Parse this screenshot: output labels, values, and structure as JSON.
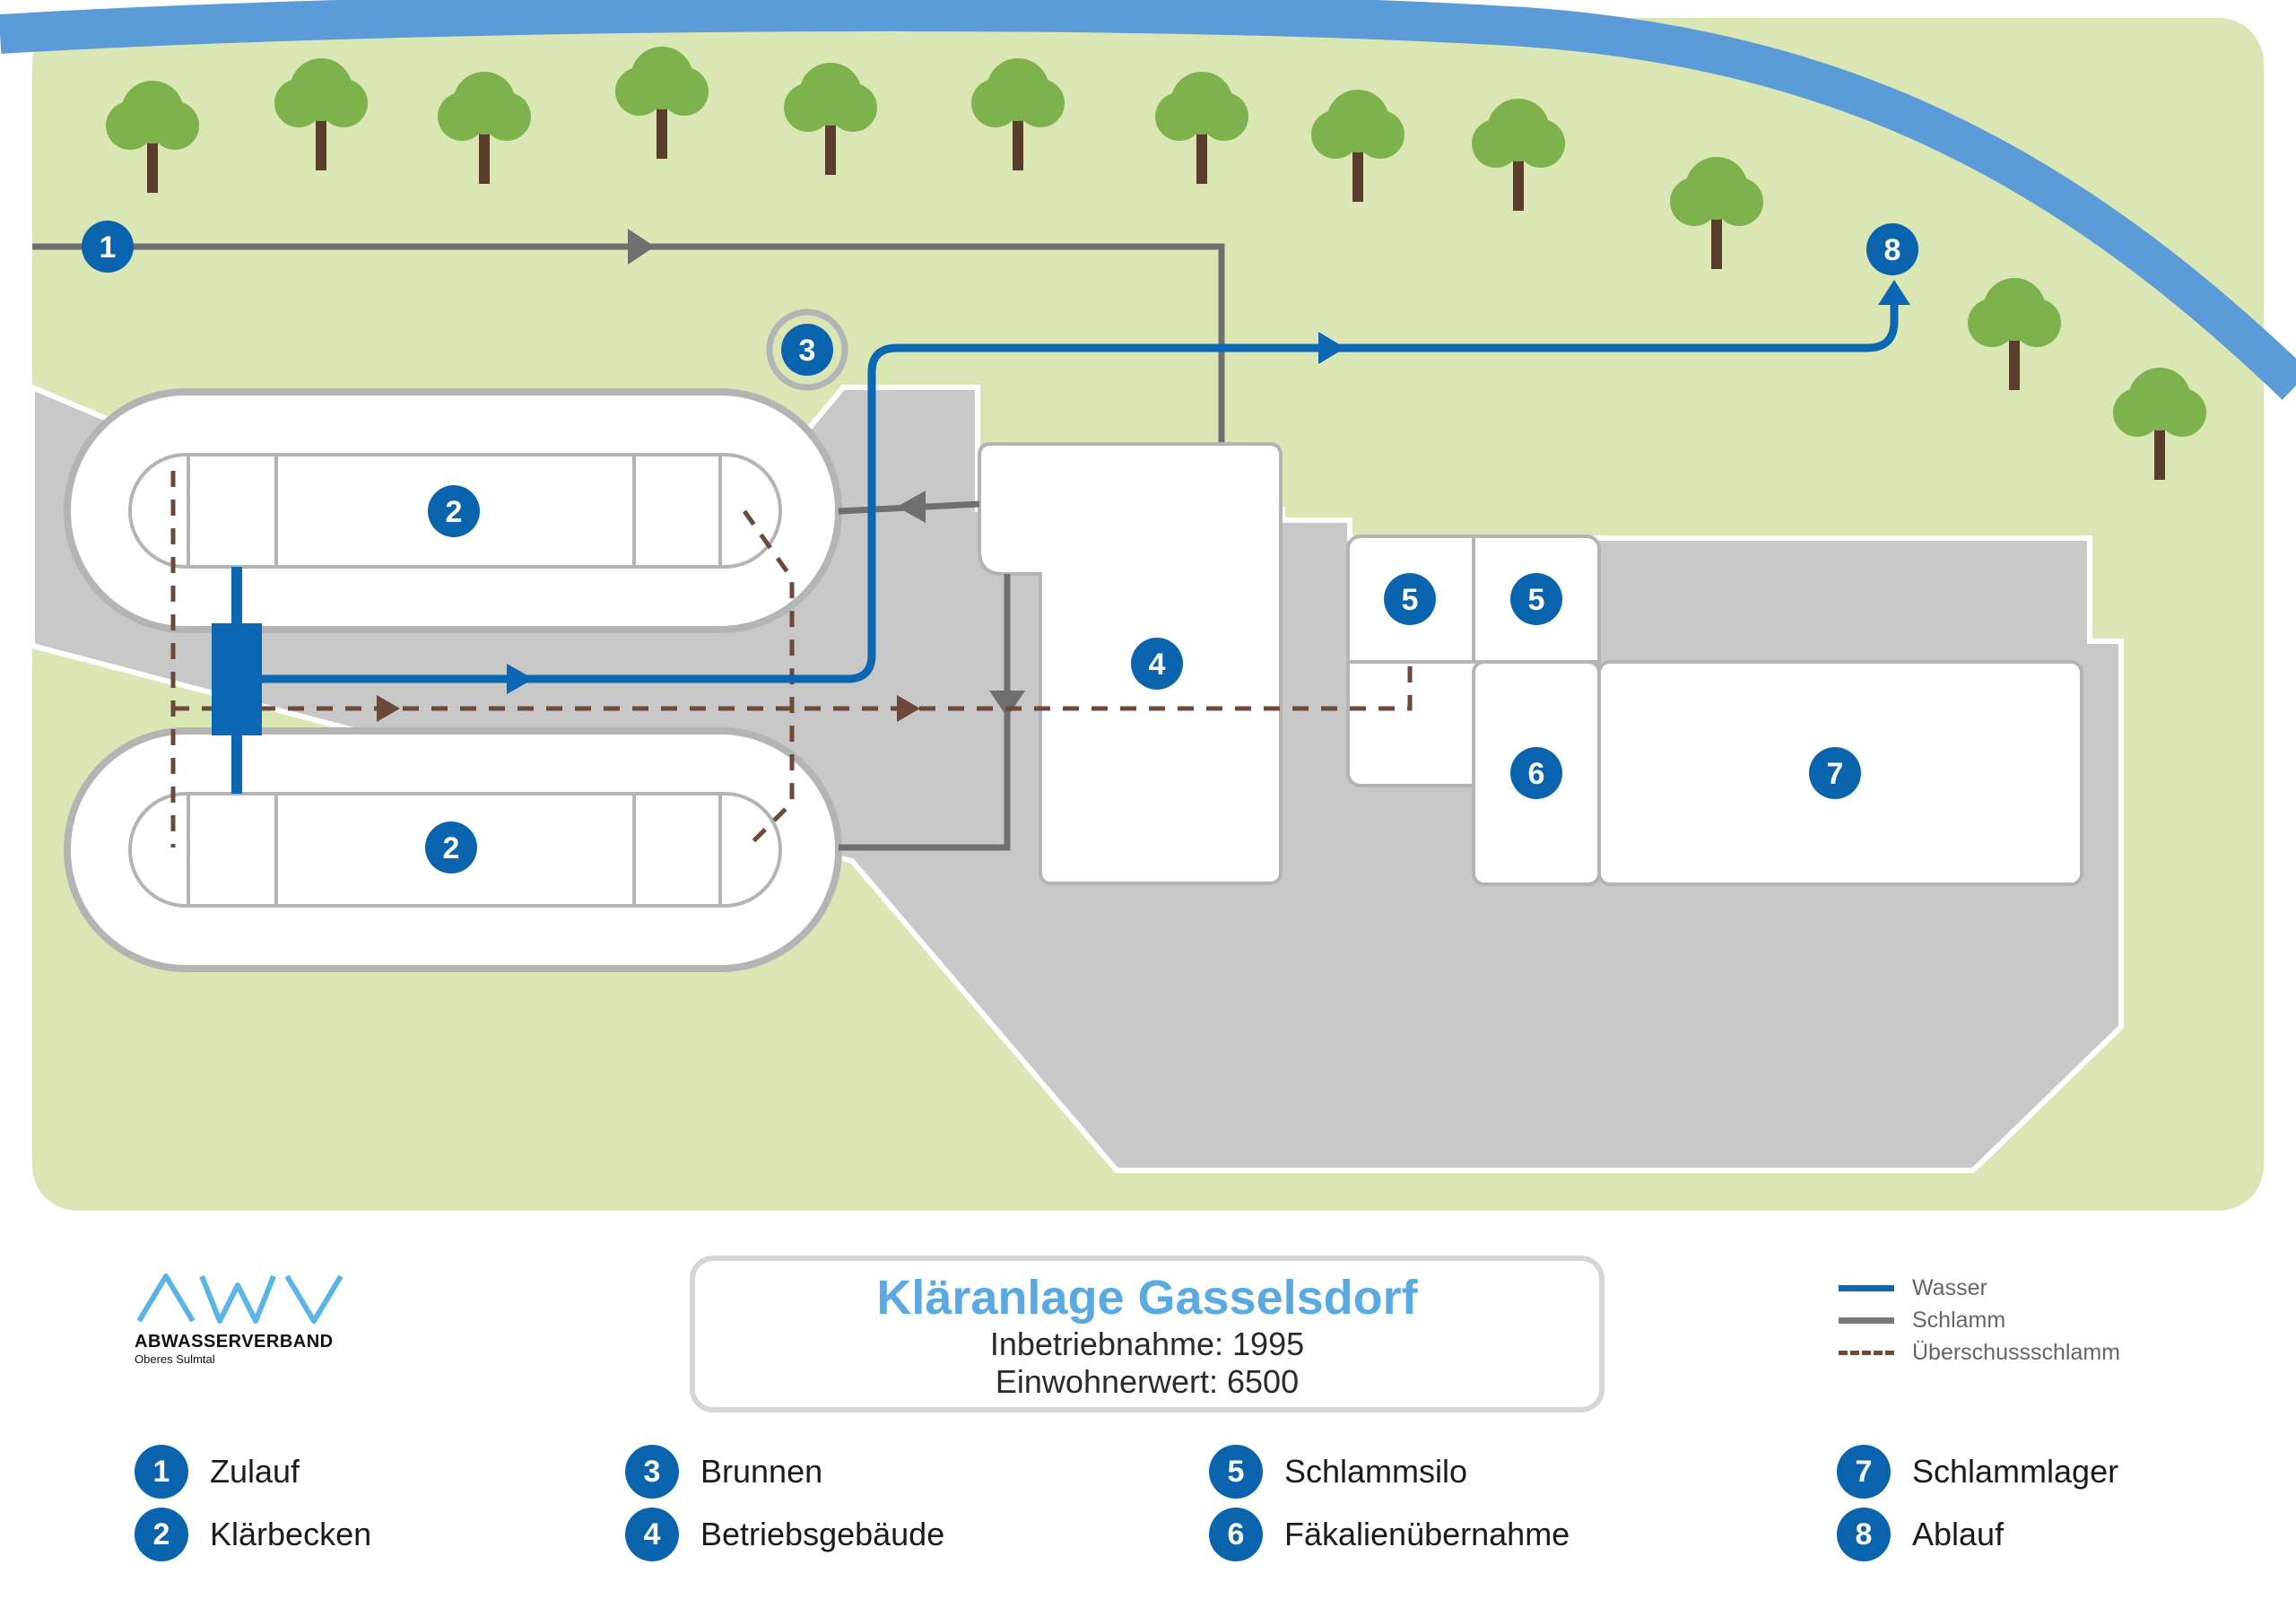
{
  "diagram": {
    "markers": {
      "zulauf": "1",
      "klaerbecken_oben": "2",
      "klaerbecken_unten": "2",
      "brunnen": "3",
      "betriebsgebaeude": "4",
      "schlammsilo_a": "5",
      "schlammsilo_b": "5",
      "faekalien": "6",
      "schlammlager": "7",
      "ablauf": "8"
    },
    "colors": {
      "grass": "#dbe6b5",
      "river": "#5b9bd8",
      "paving": "#c8c8c8",
      "building": "#ffffff",
      "outline": "#b4b4b4",
      "water": "#0b67b2",
      "sludge": "#6f6f6f",
      "excess": "#6b4a3a",
      "tree": "#7db24c",
      "trunk": "#5a3d2b",
      "badge": "#0a64ad"
    }
  },
  "title_box": {
    "title": "Kläranlage Gasselsdorf",
    "line1": "Inbetriebnahme: 1995",
    "line2": "Einwohnerwert: 6500"
  },
  "logo": {
    "name": "ABWASSERVERBAND",
    "sub": "Oberes Sulmtal",
    "icon": "awv-logo-icon"
  },
  "flow_legend": [
    {
      "label": "Wasser",
      "style": "solid",
      "color": "#0b67b2"
    },
    {
      "label": "Schlamm",
      "style": "solid",
      "color": "#7a7a7a"
    },
    {
      "label": "Überschussschlamm",
      "style": "dashed",
      "color": "#6b4a3a"
    }
  ],
  "key": [
    {
      "num": "1",
      "label": "Zulauf"
    },
    {
      "num": "2",
      "label": "Klärbecken"
    },
    {
      "num": "3",
      "label": "Brunnen"
    },
    {
      "num": "4",
      "label": "Betriebsgebäude"
    },
    {
      "num": "5",
      "label": "Schlammsilo"
    },
    {
      "num": "6",
      "label": "Fäkalienübernahme"
    },
    {
      "num": "7",
      "label": "Schlammlager"
    },
    {
      "num": "8",
      "label": "Ablauf"
    }
  ]
}
